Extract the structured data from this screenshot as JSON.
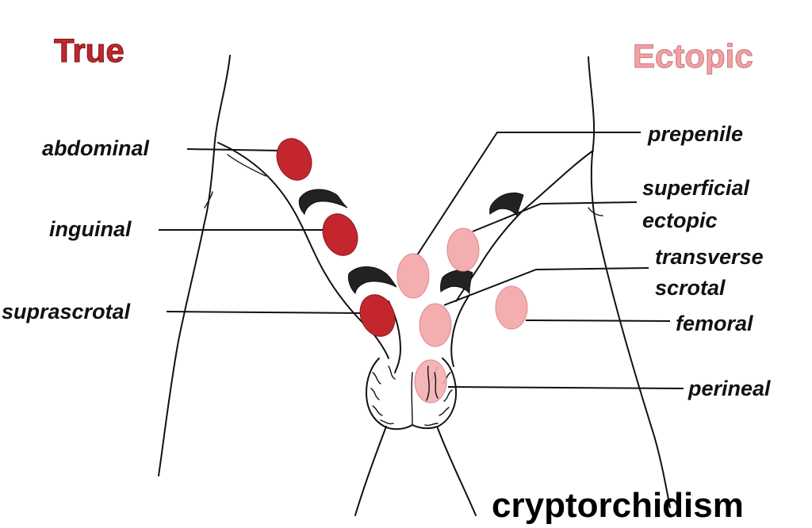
{
  "headings": {
    "true": "True",
    "ectopic": "Ectopic"
  },
  "title": "cryptorchidism",
  "labels": {
    "abdominal": "abdominal",
    "inguinal": "inguinal",
    "suprascrotal": "suprascrotal",
    "prepenile": "prepenile",
    "superficial_line1": "superficial",
    "superficial_line2": "ectopic",
    "transverse_line1": "transverse",
    "transverse_line2": "scrotal",
    "femoral": "femoral",
    "perineal": "perineal"
  },
  "colors": {
    "true_red": "#c3262c",
    "true_heading": "#c0272d",
    "ectopic_pink": "#f4aeb0",
    "ectopic_heading": "#f2a2a6",
    "ink": "#111111"
  }
}
